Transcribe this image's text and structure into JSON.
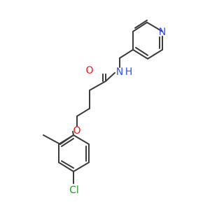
{
  "molecule": {
    "atoms": [
      {
        "symbol": "N",
        "color": "#3050f8"
      },
      {
        "symbol": "O",
        "color": "#ff0d0d"
      },
      {
        "symbol": "N",
        "color": "#3050f8"
      },
      {
        "symbol": "H",
        "color": "#3050f8"
      },
      {
        "symbol": "O",
        "color": "#ff0d0d"
      },
      {
        "symbol": "Cl",
        "color": "#1fa01f"
      }
    ]
  },
  "colors": {
    "bond": "#3c3c3c",
    "background": "#ffffff"
  }
}
